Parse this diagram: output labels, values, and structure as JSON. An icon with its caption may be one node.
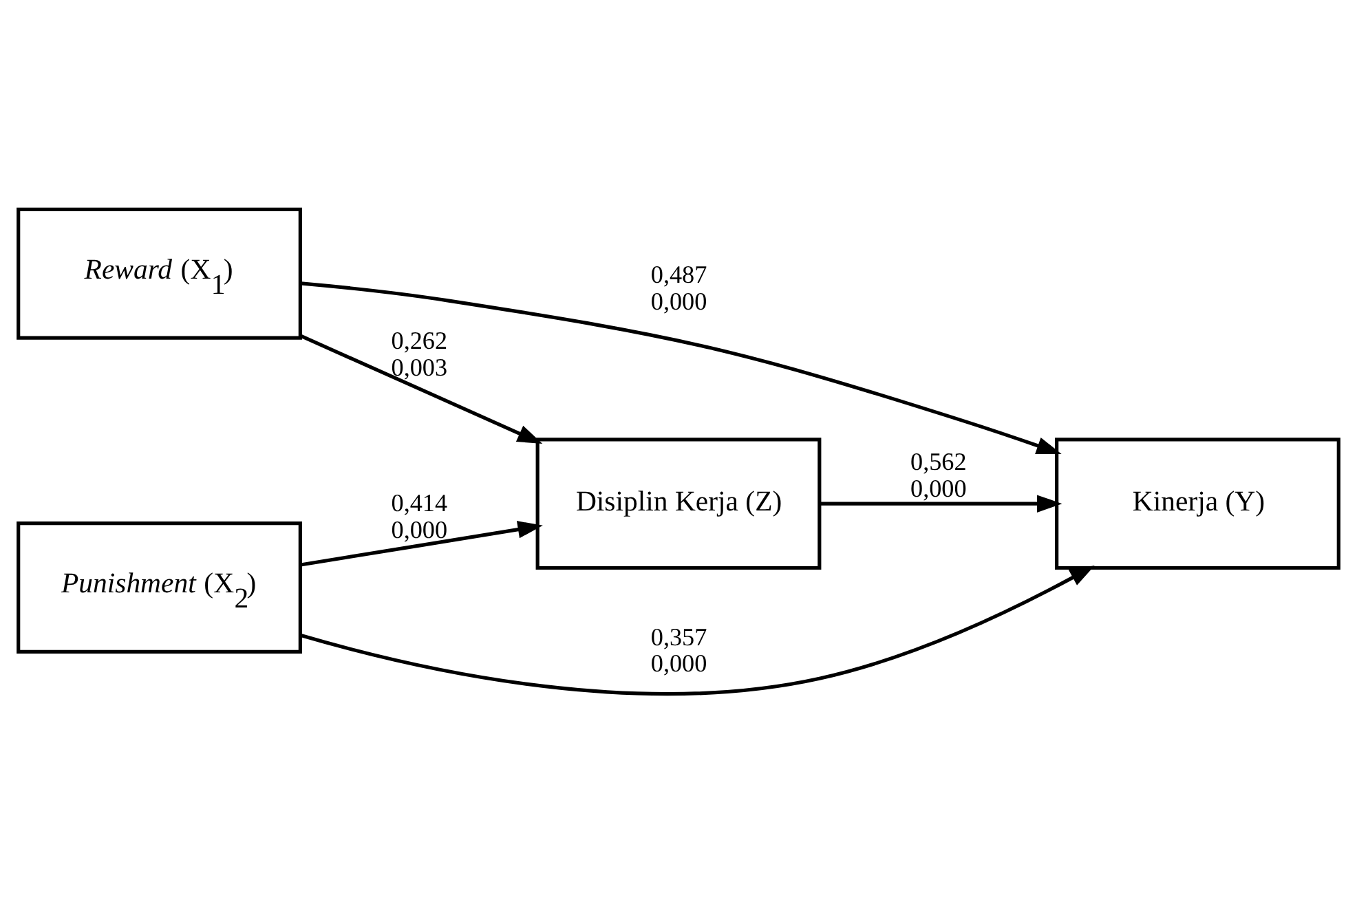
{
  "diagram": {
    "nodes": [
      {
        "text": [
          "*Reward* (X$_{1}$)"
        ]
      },
      {
        "text": [
          "*Punishment* (X$_{2}$)"
        ]
      },
      {
        "text": [
          "Disiplin Kerja (Z)"
        ]
      },
      {
        "text": [
          "Kinerja (Y)"
        ]
      }
    ],
    "edges": [
      {
        "from": 0,
        "to": 3,
        "arrow": "to",
        "label": "0,487 0,000"
      },
      {
        "from": 0,
        "to": 2,
        "arrow": "to",
        "label": "0,262 0,003"
      },
      {
        "from": 1,
        "to": 2,
        "arrow": "to",
        "label": "0,414 0,000"
      },
      {
        "from": 2,
        "to": 3,
        "arrow": "to",
        "label": "0,562 0,000"
      },
      {
        "from": 1,
        "to": 3,
        "arrow": "to",
        "label": "0,357 0,000"
      }
    ]
  }
}
